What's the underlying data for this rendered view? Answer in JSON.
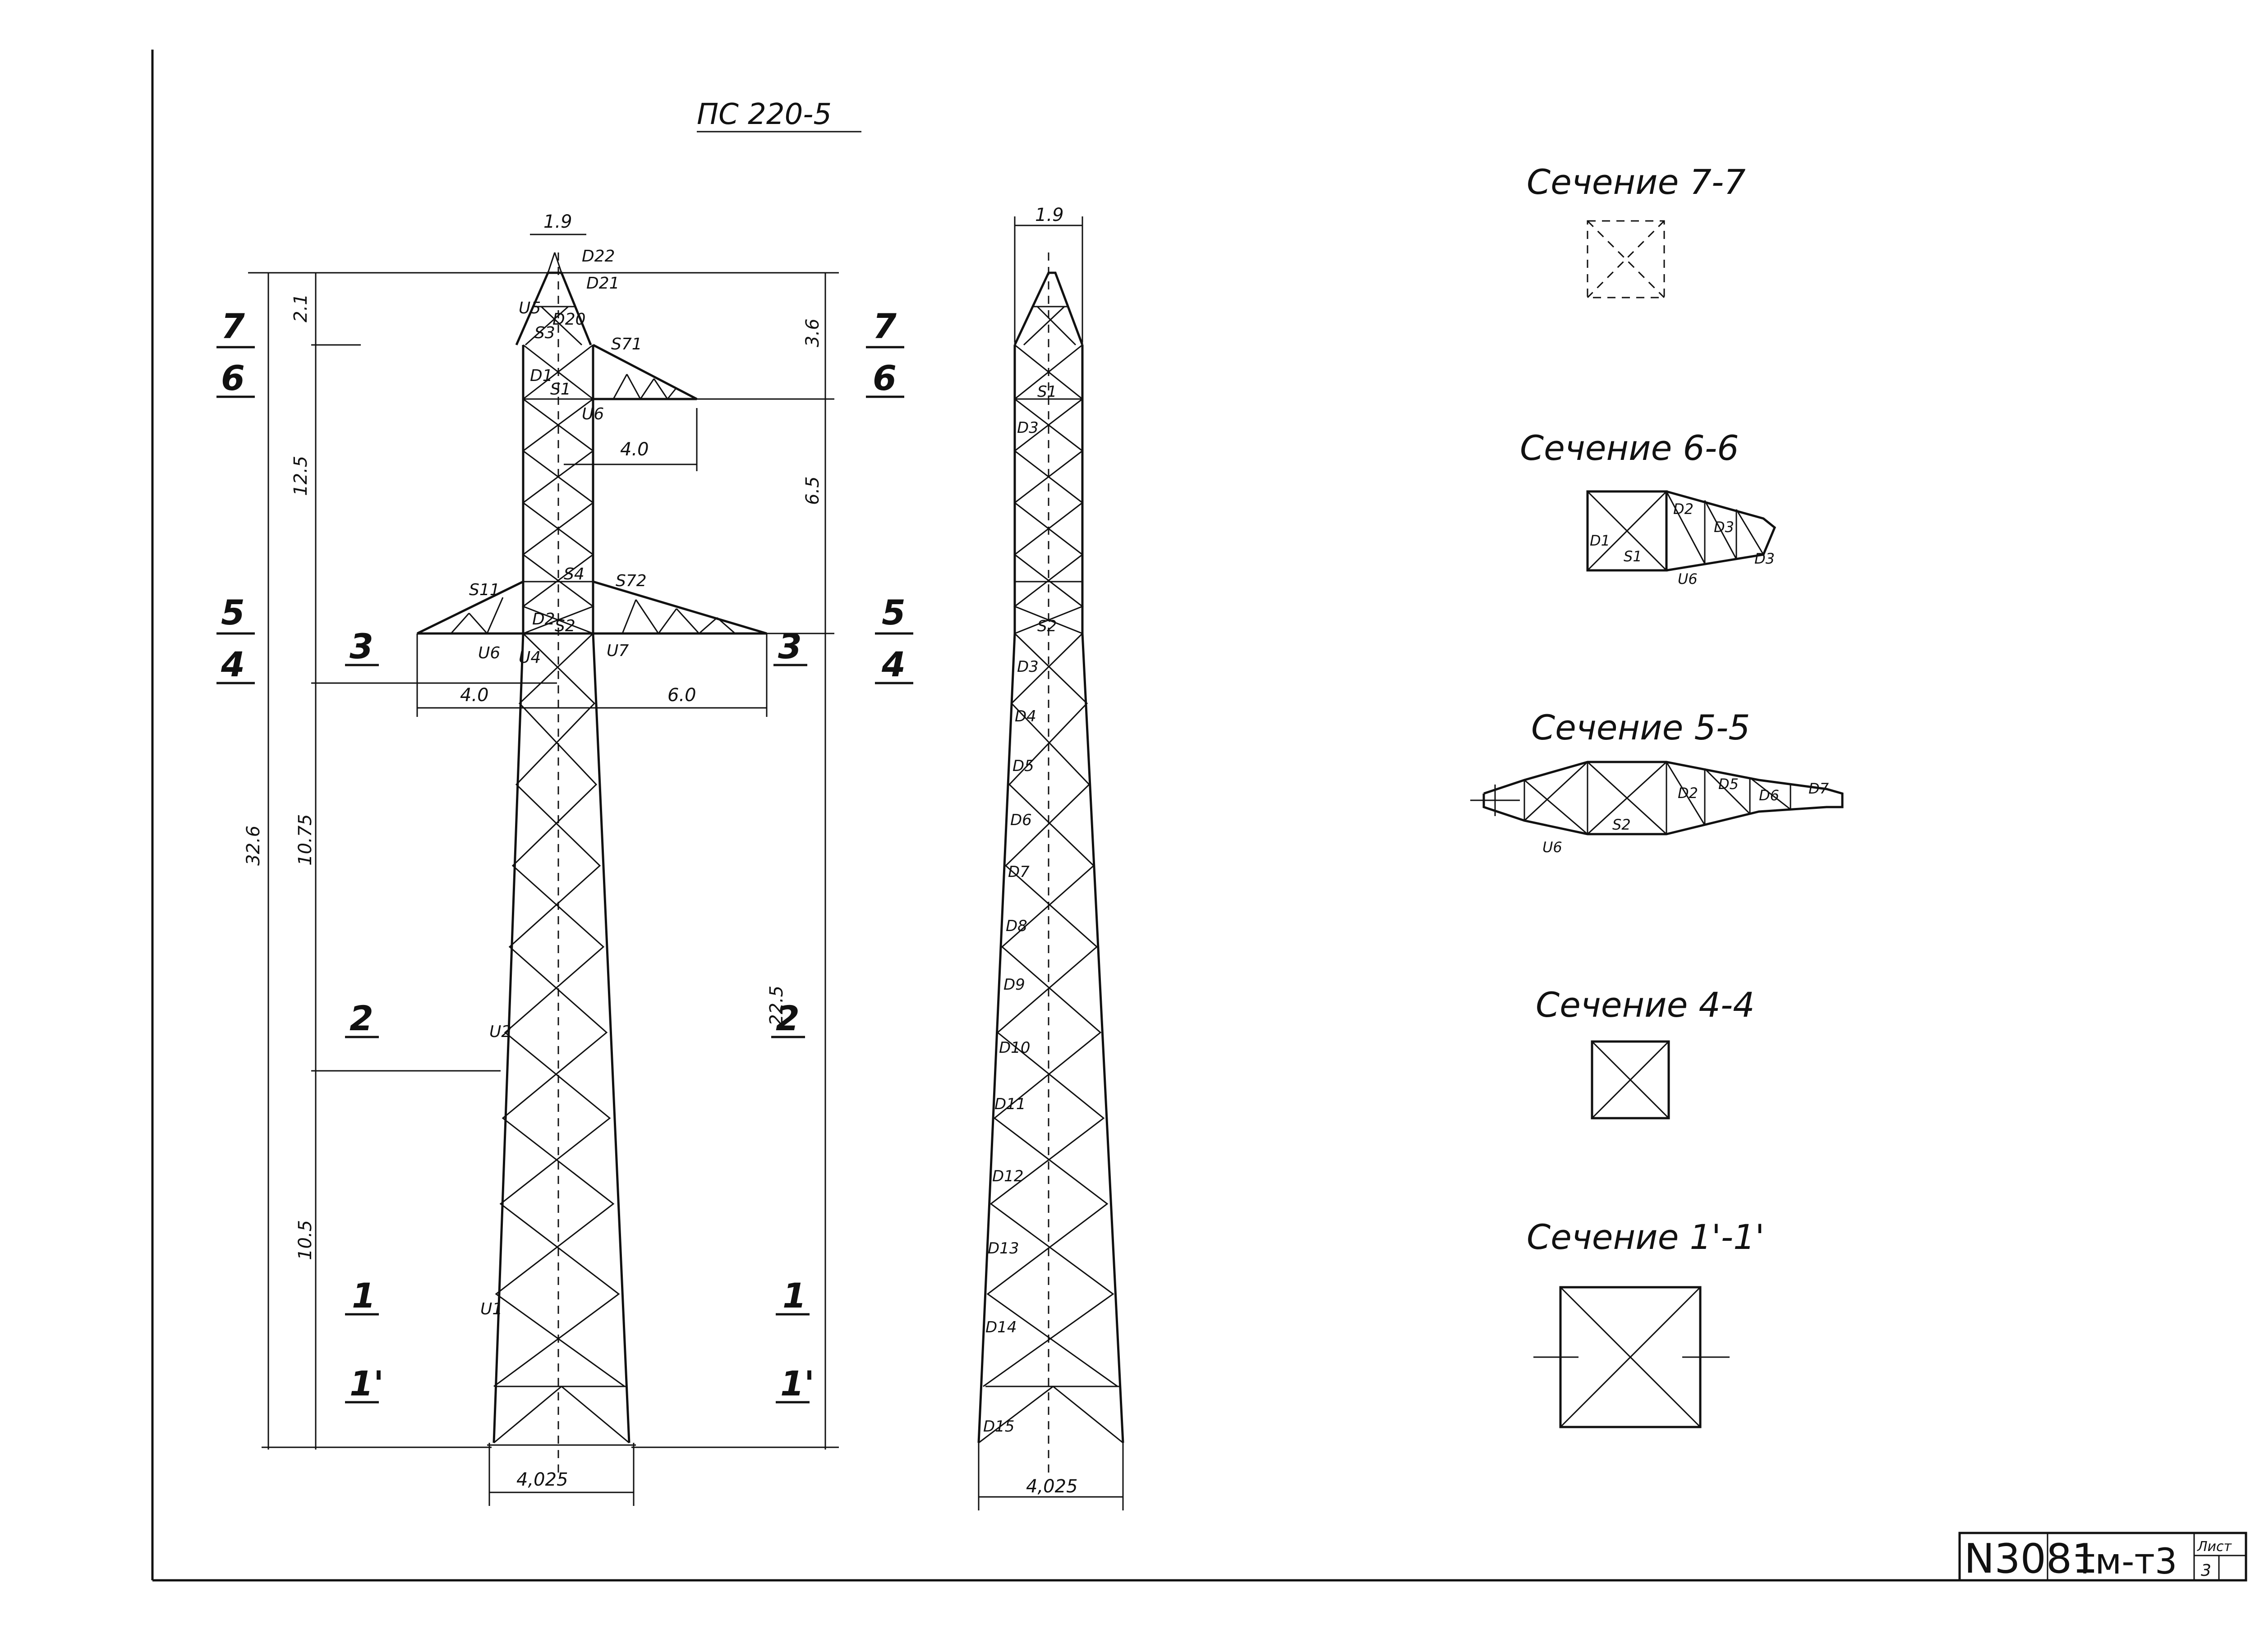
{
  "drawing_title": "ПС 220-5",
  "dims": {
    "top_width": "1.9",
    "top_width_side": "1.9",
    "peak_h": "2.1",
    "upper_h": "12.5",
    "total_h": "32.6",
    "mid_h": "10.75",
    "low_h": "10.5",
    "right_top": "3.6",
    "right_mid": "6.5",
    "right_low": "22.5",
    "arm_top": "4.0",
    "arm_left": "4.0",
    "arm_right": "6.0",
    "base_front": "4,025",
    "base_side": "4,025"
  },
  "section_marks": {
    "s7": "7",
    "s6": "6",
    "s5": "5",
    "s4": "4",
    "s3": "3",
    "s2": "2",
    "s1": "1",
    "s1p": "1'"
  },
  "member_labels": {
    "d22": "D22",
    "d21": "D21",
    "d20": "D20",
    "u5": "U5",
    "s3": "S3",
    "s71": "S71",
    "d1": "D1",
    "s1": "S1",
    "u6a": "U6",
    "s11": "S11",
    "s4": "S4",
    "s72": "S72",
    "d2": "D2",
    "s2": "S2",
    "u6b": "U6",
    "u4": "U4",
    "u7": "U7",
    "u2": "U2",
    "u1": "U1"
  },
  "side_labels": [
    "S1",
    "D3",
    "S2",
    "D3",
    "D4",
    "D5",
    "D6",
    "D7",
    "D8",
    "D9",
    "D10",
    "D11",
    "D12",
    "D13",
    "D14",
    "D15"
  ],
  "sections": {
    "t77": "Сечение 7-7",
    "t66": "Сечение 6-6",
    "t55": "Сечение 5-5",
    "t44": "Сечение 4-4",
    "t11": "Сечение 1'-1'"
  },
  "section_labels": {
    "a": "D1",
    "b": "S1",
    "c": "D2",
    "d": "D3",
    "e": "D3",
    "f": "U6",
    "g": "S2",
    "h": "D2",
    "i": "D5",
    "j": "D6",
    "k": "D7",
    "l": "U6"
  },
  "stamp": {
    "code": "N3081",
    "suffix": "тм-т3",
    "sheet_label": "Лист",
    "sheet_no": "3"
  }
}
